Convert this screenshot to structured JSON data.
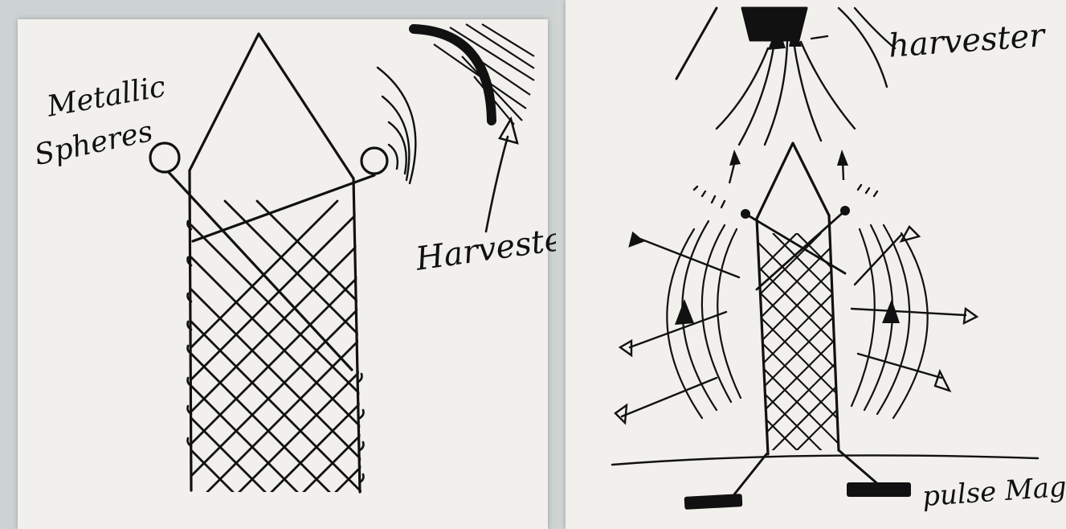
{
  "left_sketch": {
    "label_spheres_line1": "Metallic",
    "label_spheres_line2": "Spheres",
    "label_harvester": "Harvester"
  },
  "right_sketch": {
    "label_harvester": "harvester",
    "label_magnet": "pulse Magnet"
  },
  "colors": {
    "ink": "#111111",
    "paper": "#f1f0ec",
    "background": "#cdd3d2"
  },
  "icons": [
    "metallic-sphere-icon",
    "harvester-icon",
    "arrow-icon",
    "pulse-magnet-icon"
  ]
}
